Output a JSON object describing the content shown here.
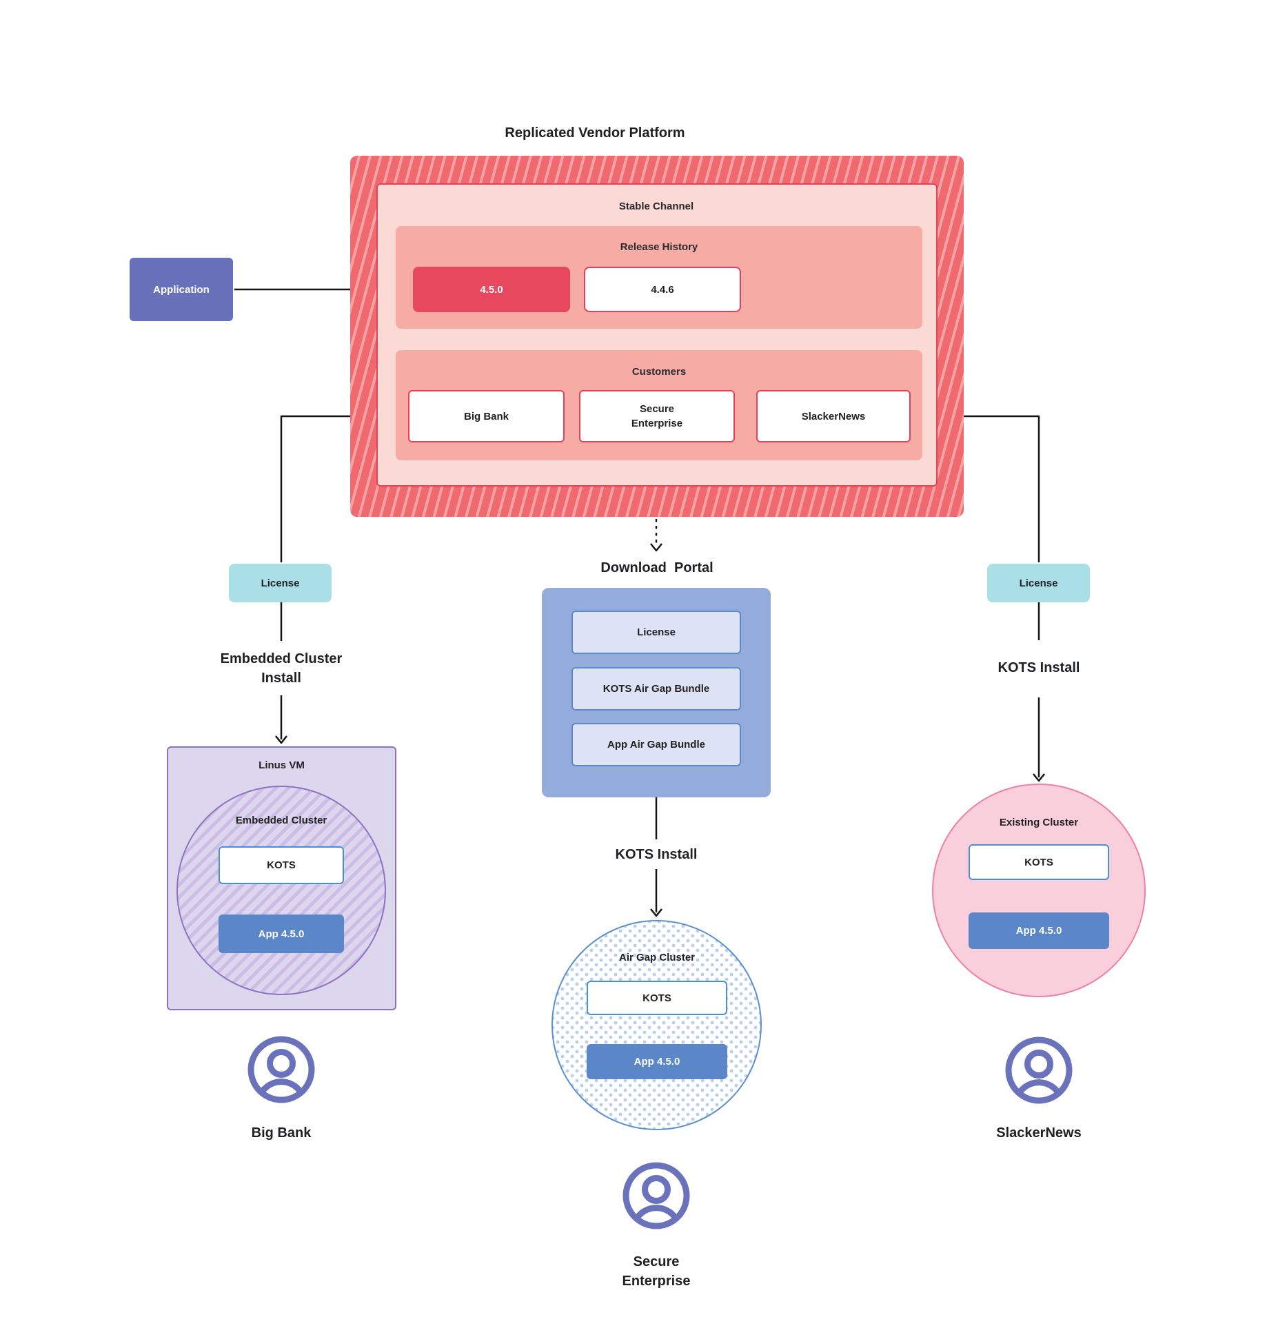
{
  "diagram_title": "Replicated Vendor Platform",
  "colors": {
    "hatch_red": "#f0696e",
    "hatch_red_stripe": "#f7a2a4",
    "red_border": "#e5405a",
    "stable_pink": "#fbdad5",
    "salmon": "#f6aba4",
    "release_current_red": "#e8485e",
    "application_purple": "#6872ba",
    "license_teal": "#abdfe8",
    "portal_blue": "#93acdb",
    "portal_item_bg": "#dde3f4",
    "portal_item_border": "#5e88cc",
    "vm_lavender": "#ddd7ee",
    "vm_border": "#8d72c2",
    "circle_hatch_purple": "#cdbce6",
    "kots_border_blue": "#4a8fd4",
    "app_blue": "#5b87c8",
    "airgap_border_blue": "#5b8fd0",
    "airgap_dot_blue": "#b9cfec",
    "existing_pink": "#f9cfdc",
    "existing_border_pink": "#ee7fa9",
    "person_purple": "#6b72bc"
  },
  "platform": {
    "stable_channel_label": "Stable Channel",
    "release_history": {
      "label": "Release History",
      "releases": [
        {
          "version": "4.5.0"
        },
        {
          "version": "4.4.6"
        }
      ]
    },
    "customers": {
      "label": "Customers",
      "items": [
        {
          "name": "Big Bank"
        },
        {
          "name": "Secure\nEnterprise"
        },
        {
          "name": "SlackerNews"
        }
      ]
    }
  },
  "application_label": "Application",
  "left_branch": {
    "license_label": "License",
    "install_label": "Embedded Cluster\nInstall",
    "vm_label": "Linus VM",
    "cluster_label": "Embedded Cluster",
    "kots_label": "KOTS",
    "app_label": "App 4.5.0",
    "person_label": "Big Bank"
  },
  "middle_branch": {
    "portal_title": "Download  Portal",
    "portal_items": [
      {
        "label": "License"
      },
      {
        "label": "KOTS Air Gap Bundle"
      },
      {
        "label": "App Air Gap Bundle"
      }
    ],
    "install_label": "KOTS Install",
    "cluster_label": "Air Gap Cluster",
    "kots_label": "KOTS",
    "app_label": "App 4.5.0",
    "person_label": "Secure\nEnterprise"
  },
  "right_branch": {
    "license_label": "License",
    "install_label": "KOTS Install",
    "cluster_label": "Existing Cluster",
    "kots_label": "KOTS",
    "app_label": "App 4.5.0",
    "person_label": "SlackerNews"
  }
}
